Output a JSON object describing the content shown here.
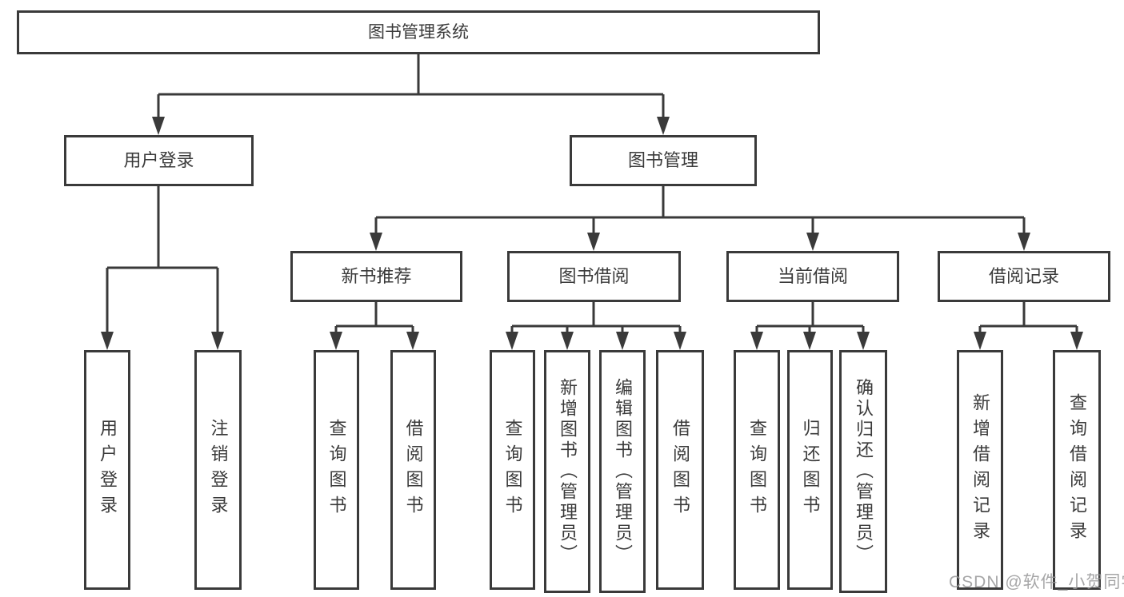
{
  "colors": {
    "line": "#3a3a3a",
    "box_border": "#3a3a3a",
    "text": "#3a3a3a",
    "background": "#ffffff",
    "watermark": "#96969a"
  },
  "watermark": {
    "text": "CSDN @软件_小贺同学"
  },
  "tree": {
    "root": {
      "label": "图书管理系统"
    },
    "children": [
      {
        "label": "用户登录",
        "children": [
          {
            "label": "用户登录"
          },
          {
            "label": "注销登录"
          }
        ]
      },
      {
        "label": "图书管理",
        "children": [
          {
            "label": "新书推荐",
            "children": [
              {
                "label": "查询图书"
              },
              {
                "label": "借阅图书"
              }
            ]
          },
          {
            "label": "图书借阅",
            "children": [
              {
                "label": "查询图书"
              },
              {
                "label": "新增图书（管理员）"
              },
              {
                "label": "编辑图书（管理员）"
              },
              {
                "label": "借阅图书"
              }
            ]
          },
          {
            "label": "当前借阅",
            "children": [
              {
                "label": "查询图书"
              },
              {
                "label": "归还图书"
              },
              {
                "label": "确认归还（管理员）"
              }
            ]
          },
          {
            "label": "借阅记录",
            "children": [
              {
                "label": "新增借阅记录"
              },
              {
                "label": "查询借阅记录"
              }
            ]
          }
        ]
      }
    ]
  }
}
